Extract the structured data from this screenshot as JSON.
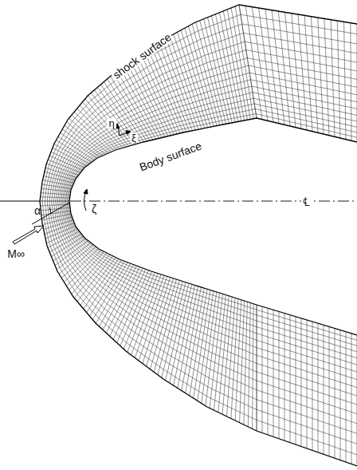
{
  "diagram": {
    "labels": [
      "shock surface",
      "Body surface",
      "η",
      "ξ",
      "ζ",
      "α",
      "M∞",
      "℄"
    ]
  }
}
